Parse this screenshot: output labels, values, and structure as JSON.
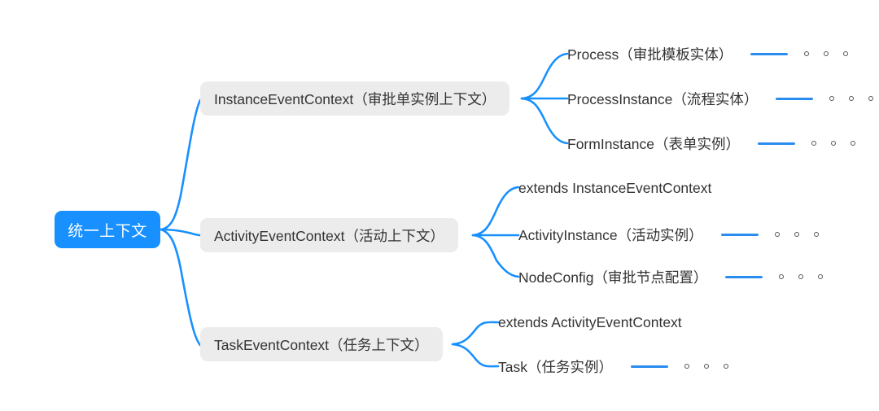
{
  "diagram": {
    "type": "mindmap",
    "title": "统一上下文",
    "background_color": "#ffffff",
    "root_color": "#1890ff",
    "branch_color": "#ececec",
    "connector_color": "#1890ff",
    "text_color": "#333333",
    "root": {
      "label": "统一上下文"
    },
    "branches": [
      {
        "label": "InstanceEventContext（审批单实例上下文）",
        "leaves": [
          {
            "label": "Process（审批模板实体）",
            "has_tail": true,
            "dots": 3
          },
          {
            "label": "ProcessInstance（流程实体）",
            "has_tail": true,
            "dots": 3
          },
          {
            "label": "FormInstance（表单实例）",
            "has_tail": true,
            "dots": 3
          }
        ]
      },
      {
        "label": "ActivityEventContext（活动上下文）",
        "leaves": [
          {
            "label": "extends InstanceEventContext",
            "has_tail": false,
            "dots": 0
          },
          {
            "label": "ActivityInstance（活动实例）",
            "has_tail": true,
            "dots": 3
          },
          {
            "label": "NodeConfig（审批节点配置）",
            "has_tail": true,
            "dots": 3
          }
        ]
      },
      {
        "label": "TaskEventContext（任务上下文）",
        "leaves": [
          {
            "label": "extends ActivityEventContext",
            "has_tail": false,
            "dots": 0
          },
          {
            "label": "Task（任务实例）",
            "has_tail": true,
            "dots": 3
          }
        ]
      }
    ]
  }
}
